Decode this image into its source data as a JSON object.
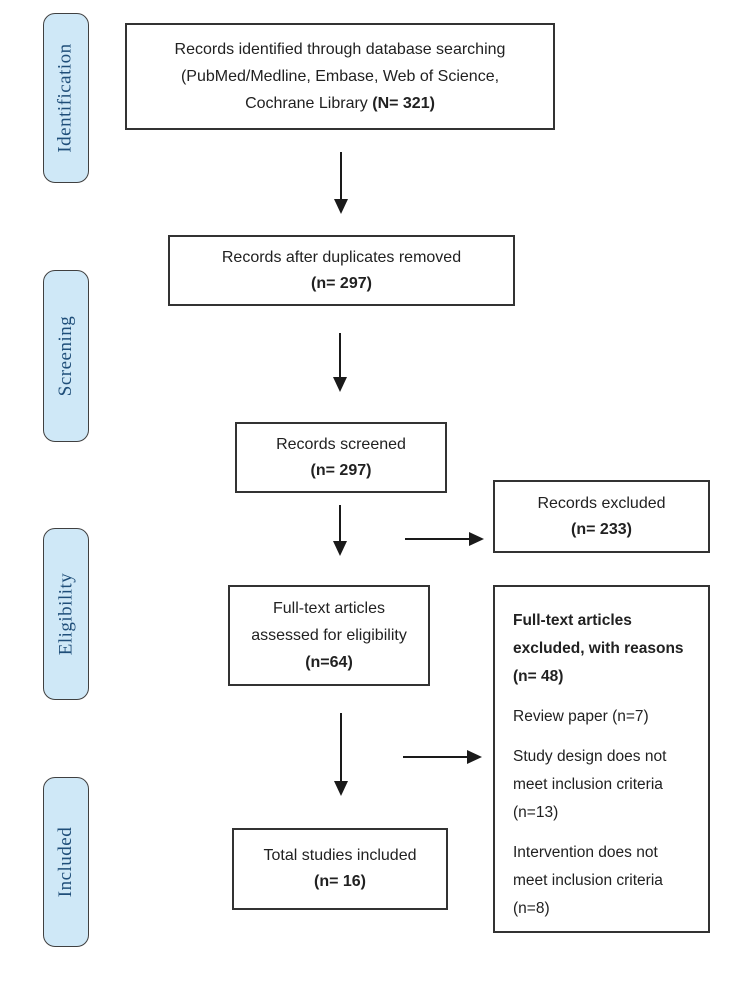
{
  "colors": {
    "stage_fill": "#cfe8f7",
    "stage_border": "#404040",
    "stage_text": "#1f4e79",
    "box_border": "#333333",
    "box_text": "#212121",
    "arrow": "#1a1a1a",
    "page_bg": "#ffffff"
  },
  "stages": [
    {
      "label": "Identification"
    },
    {
      "label": "Screening"
    },
    {
      "label": "Eligibility"
    },
    {
      "label": "Included"
    }
  ],
  "flow": {
    "identified": {
      "line1": "Records identified through database searching",
      "line2": "(PubMed/Medline, Embase, Web of Science,",
      "line3_regular": "Cochrane Library ",
      "line3_bold": "(N= 321)"
    },
    "deduplicated": {
      "text": "Records after duplicates removed",
      "count": "(n= 297)"
    },
    "screened": {
      "text": "Records screened",
      "count": "(n= 297)"
    },
    "fulltext": {
      "line1": "Full-text articles",
      "line2": "assessed for eligibility",
      "count": "(n=64)"
    },
    "included": {
      "text": "Total studies included",
      "count": "(n= 16)"
    }
  },
  "exclusions": {
    "records_excluded": {
      "text": "Records excluded",
      "count": "(n= 233)"
    },
    "fulltext_excluded": {
      "heading": "Full-text articles excluded, with reasons (n= 48)",
      "reasons": [
        "Review paper (n=7)",
        "Study design does not meet inclusion criteria (n=13)",
        "Intervention does not meet inclusion criteria (n=8)"
      ]
    }
  }
}
